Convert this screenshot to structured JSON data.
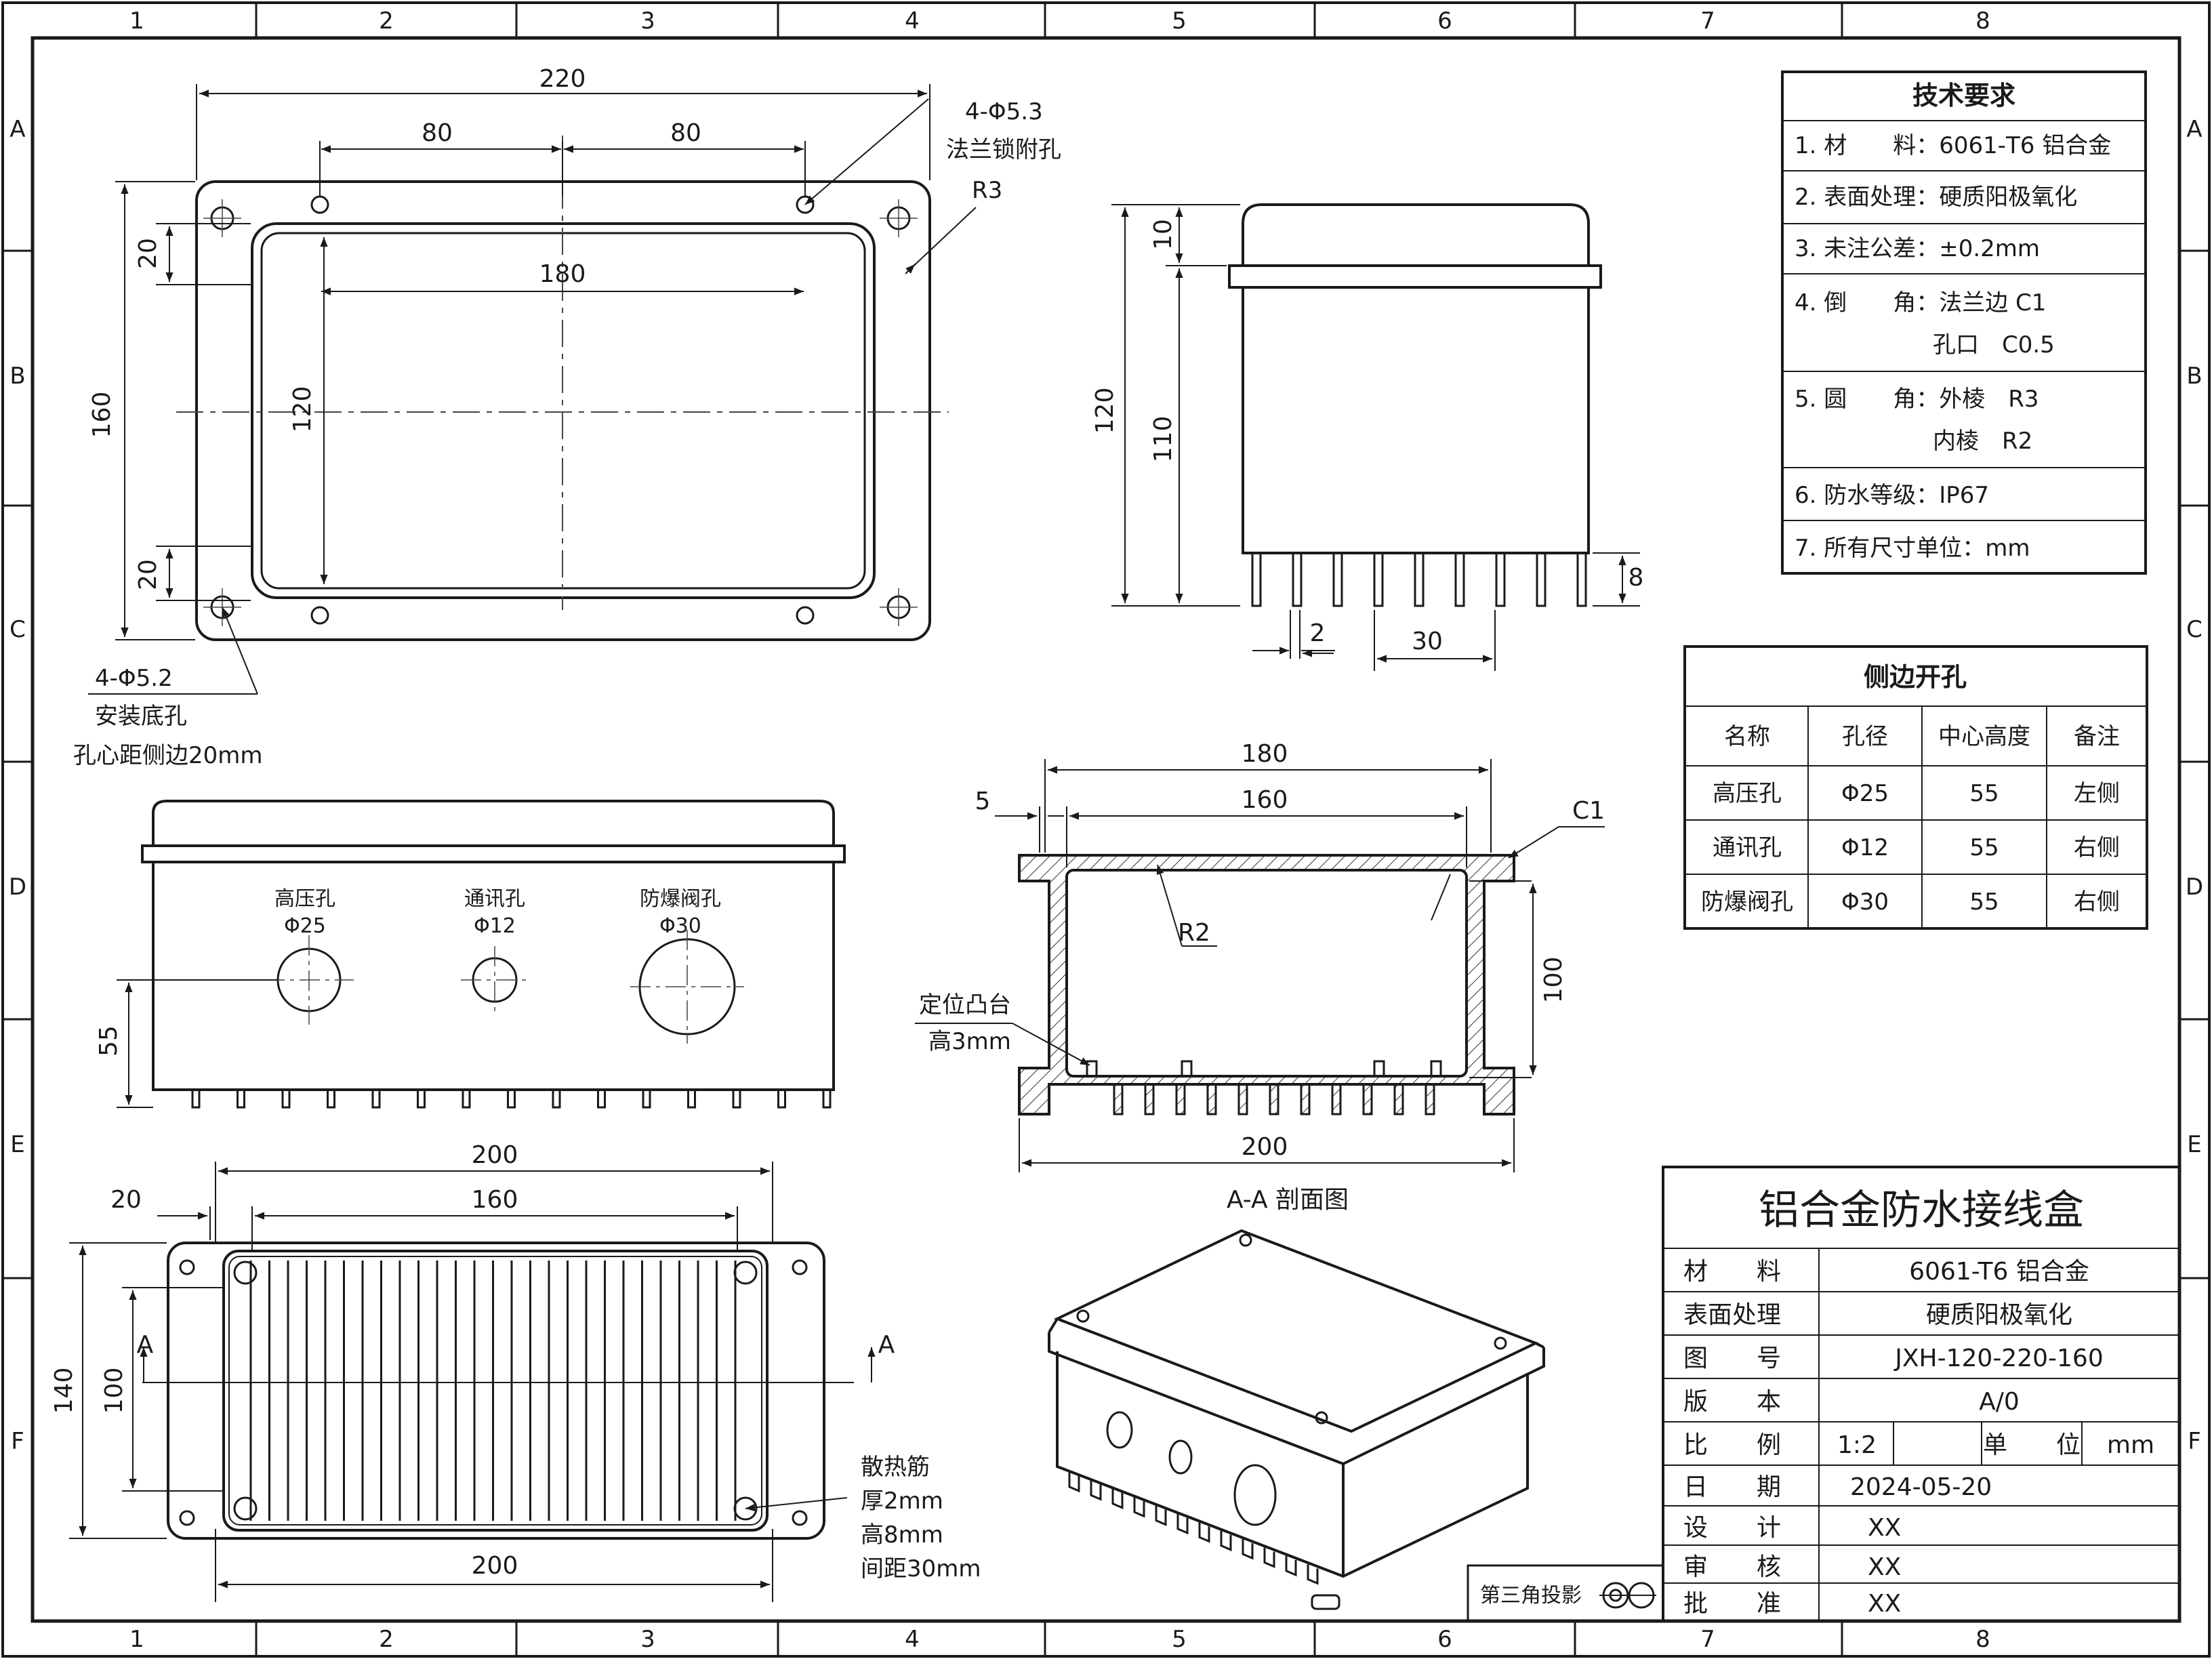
{
  "frame": {
    "cols": [
      "1",
      "2",
      "3",
      "4",
      "5",
      "6",
      "7",
      "8"
    ],
    "rows": [
      "A",
      "B",
      "C",
      "D",
      "E",
      "F"
    ]
  },
  "top_view": {
    "dim_overall_width": "220",
    "dim_left_pitch": "80",
    "dim_right_pitch": "80",
    "dim_inner_width": "180",
    "dim_overall_height": "160",
    "dim_inner_height": "120",
    "dim_top_offset": "20",
    "dim_bottom_offset": "20",
    "flange_hole_spec": "4-Φ5.3",
    "flange_hole_name": "法兰锁附孔",
    "corner_radius": "R3",
    "mount_hole_spec": "4-Φ5.2",
    "mount_hole_name": "安装底孔",
    "mount_hole_note": "孔心距侧边20mm"
  },
  "side_view": {
    "dim_total_height": "120",
    "dim_lid_height": "10",
    "dim_body_height": "110",
    "dim_fin_height": "8",
    "dim_fin_thickness": "2",
    "dim_fin_pitch": "30"
  },
  "front_view": {
    "hole1_name": "高压孔",
    "hole1_dia": "Φ25",
    "hole2_name": "通讯孔",
    "hole2_dia": "Φ12",
    "hole3_name": "防爆阀孔",
    "hole3_dia": "Φ30",
    "dim_center_height": "55"
  },
  "bottom_view": {
    "dim_top_width": "200",
    "dim_inner_width": "160",
    "dim_edge": "20",
    "dim_bottom_width": "200",
    "dim_total_height": "140",
    "dim_inner_height": "100",
    "section_mark_left": "A",
    "section_mark_right": "A",
    "fin_note_title": "散热筋",
    "fin_note_thickness": "厚2mm",
    "fin_note_height": "高8mm",
    "fin_note_pitch": "间距30mm"
  },
  "section_view": {
    "dim_outer_width": "180",
    "dim_inner_width": "160",
    "dim_wall": "5",
    "dim_chamfer": "C1",
    "dim_inner_radius": "R2",
    "dim_inner_height": "100",
    "dim_base_width": "200",
    "boss_name": "定位凸台",
    "boss_height": "高3mm",
    "caption": "A-A 剖面图"
  },
  "tech_requirements": {
    "title": "技术要求",
    "items": [
      "1. 材　　料：6061-T6 铝合金",
      "2. 表面处理：硬质阳极氧化",
      "3. 未注公差：±0.2mm",
      "4. 倒　　角：法兰边 C1",
      "　　　　　　孔口　C0.5",
      "5. 圆　　角：外棱　R3",
      "　　　　　　内棱　R2",
      "6. 防水等级：IP67",
      "7. 所有尺寸单位：mm"
    ]
  },
  "side_holes_table": {
    "title": "侧边开孔",
    "headers": [
      "名称",
      "孔径",
      "中心高度",
      "备注"
    ],
    "rows": [
      [
        "高压孔",
        "Φ25",
        "55",
        "左侧"
      ],
      [
        "通讯孔",
        "Φ12",
        "55",
        "右侧"
      ],
      [
        "防爆阀孔",
        "Φ30",
        "55",
        "右侧"
      ]
    ]
  },
  "title_block": {
    "title": "铝合金防水接线盒",
    "material_label": "材　　料",
    "material_value": "6061-T6 铝合金",
    "surface_label": "表面处理",
    "surface_value": "硬质阳极氧化",
    "drawing_no_label": "图　　号",
    "drawing_no_value": "JXH-120-220-160",
    "version_label": "版　　本",
    "version_value": "A/0",
    "scale_label": "比　　例",
    "scale_value": "1:2",
    "unit_label": "单　　位",
    "unit_value": "mm",
    "date_label": "日　　期",
    "date_value": "2024-05-20",
    "design_label": "设　　计",
    "design_value": "XX",
    "review_label": "审　　核",
    "review_value": "XX",
    "approve_label": "批　　准",
    "approve_value": "XX",
    "projection_label": "第三角投影"
  }
}
